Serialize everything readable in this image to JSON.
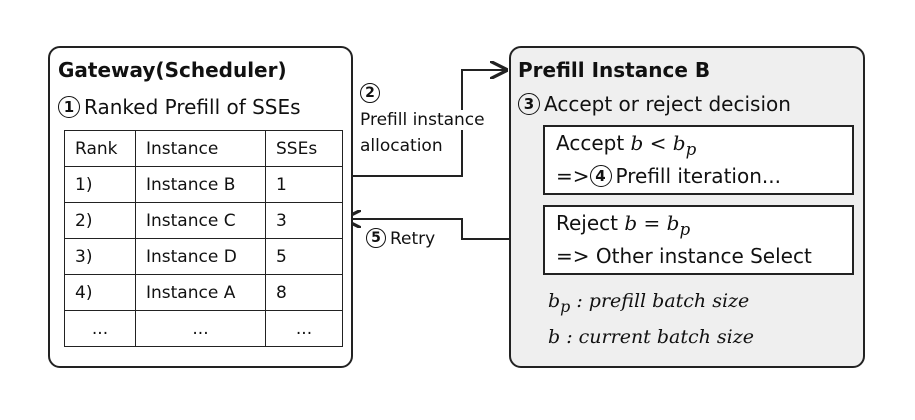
{
  "gateway": {
    "title": "Gateway(Scheduler)",
    "step1_num": "1",
    "step1_text": "Ranked Prefill of SSEs",
    "table": {
      "headers": [
        "Rank",
        "Instance",
        "SSEs"
      ],
      "rows": [
        [
          "1)",
          "Instance B",
          "1"
        ],
        [
          "2)",
          "Instance C",
          "3"
        ],
        [
          "3)",
          "Instance D",
          "5"
        ],
        [
          "4)",
          "Instance A",
          "8"
        ],
        [
          "...",
          "...",
          "..."
        ]
      ]
    }
  },
  "arrows": {
    "step2_num": "2",
    "step2_line1": "Prefill instance",
    "step2_line2": "allocation",
    "step5_num": "5",
    "step5_text": "Retry"
  },
  "prefill": {
    "title": "Prefill Instance B",
    "step3_num": "3",
    "step3_text": "Accept or reject decision",
    "accept": {
      "word": "Accept",
      "condition": "b < b",
      "sub": "p",
      "line2_prefix": "=>",
      "step4_num": "4",
      "line2_text": "Prefill iteration..."
    },
    "reject": {
      "word": "Reject",
      "condition": "b = b",
      "sub": "p",
      "line2": "=> Other instance Select"
    },
    "legend": {
      "bp_symbol": "b",
      "bp_sub": "p",
      "bp_desc": ": prefill batch size",
      "b_symbol": "b",
      "b_desc": ": current batch size"
    }
  },
  "colors": {
    "outline": "#222222",
    "prefill_bg": "#efefef"
  }
}
